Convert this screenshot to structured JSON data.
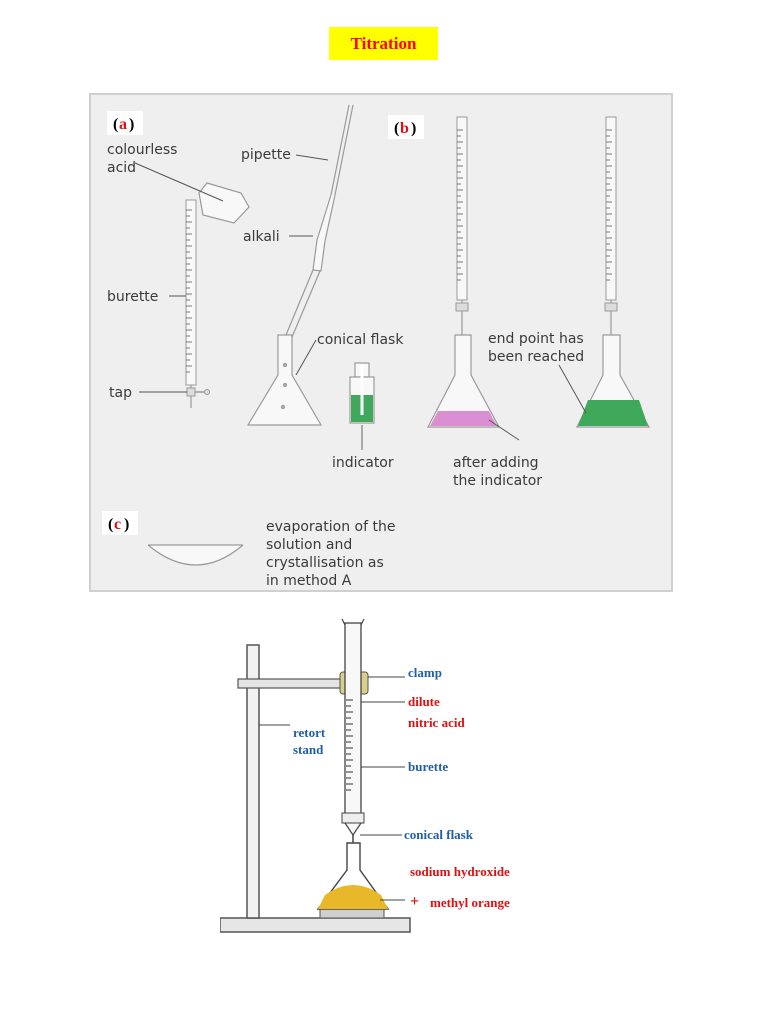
{
  "title": "Titration",
  "sections": {
    "a": "a",
    "b": "b",
    "c": "c"
  },
  "panel_labels": {
    "colourless_acid_1": "colourless",
    "colourless_acid_2": "acid",
    "pipette": "pipette",
    "alkali": "alkali",
    "burette": "burette",
    "tap": "tap",
    "conical_flask": "conical flask",
    "indicator": "indicator",
    "after_adding_1": "after adding",
    "after_adding_2": "the indicator",
    "end_point_1": "end point has",
    "end_point_2": "been reached",
    "evaporation_1": "evaporation of the",
    "evaporation_2": "solution and",
    "evaporation_3": "crystallisation as",
    "evaporation_4": "in method A"
  },
  "apparatus_labels": {
    "clamp": "clamp",
    "dilute": "dilute",
    "nitric_acid": "nitric acid",
    "retort_1": "retort",
    "retort_2": "stand",
    "burette": "burette",
    "conical_flask": "conical flask",
    "sodium_hydroxide": "sodium hydroxide",
    "plus": "+",
    "methyl_orange": "methyl orange"
  },
  "colors": {
    "title_bg": "#ffff00",
    "title_text": "#ff0000",
    "pink_solution": "#d98fd2",
    "green_solution": "#3fa85a",
    "orange_solution": "#e8b72a",
    "blue_label": "#1f5fa6",
    "red_label": "#e01010"
  }
}
